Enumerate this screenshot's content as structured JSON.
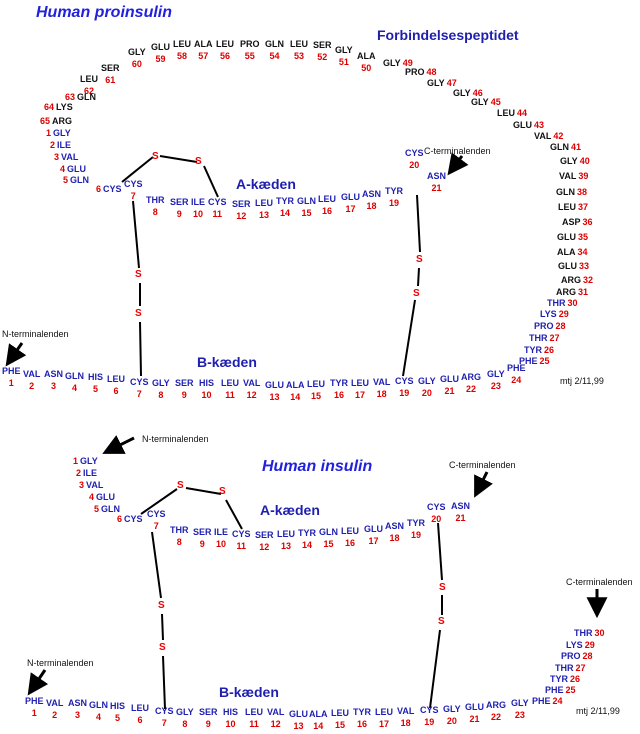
{
  "proinsulin": {
    "title": "Human proinsulin",
    "c_peptide_label": "Forbindelsespeptidet",
    "a_chain_label": "A-kæden",
    "b_chain_label": "B-kæden",
    "c_terminal_label": "C-terminalenden",
    "n_terminal_label": "N-terminalenden",
    "credit": "mtj 2/11,99",
    "ss": "S",
    "a_chain": [
      {
        "aa": "GLY",
        "n": "1"
      },
      {
        "aa": "ILE",
        "n": "2"
      },
      {
        "aa": "VAL",
        "n": "3"
      },
      {
        "aa": "GLU",
        "n": "4"
      },
      {
        "aa": "GLN",
        "n": "5"
      },
      {
        "aa": "CYS",
        "n": "6"
      },
      {
        "aa": "CYS",
        "n": "7"
      },
      {
        "aa": "THR",
        "n": "8"
      },
      {
        "aa": "SER",
        "n": "9"
      },
      {
        "aa": "ILE",
        "n": "10"
      },
      {
        "aa": "CYS",
        "n": "11"
      },
      {
        "aa": "SER",
        "n": "12"
      },
      {
        "aa": "LEU",
        "n": "13"
      },
      {
        "aa": "TYR",
        "n": "14"
      },
      {
        "aa": "GLN",
        "n": "15"
      },
      {
        "aa": "LEU",
        "n": "16"
      },
      {
        "aa": "GLU",
        "n": "17"
      },
      {
        "aa": "ASN",
        "n": "18"
      },
      {
        "aa": "TYR",
        "n": "19"
      },
      {
        "aa": "CYS",
        "n": "20"
      },
      {
        "aa": "ASN",
        "n": "21"
      }
    ],
    "b_chain": [
      {
        "aa": "PHE",
        "n": "1"
      },
      {
        "aa": "VAL",
        "n": "2"
      },
      {
        "aa": "ASN",
        "n": "3"
      },
      {
        "aa": "GLN",
        "n": "4"
      },
      {
        "aa": "HIS",
        "n": "5"
      },
      {
        "aa": "LEU",
        "n": "6"
      },
      {
        "aa": "CYS",
        "n": "7"
      },
      {
        "aa": "GLY",
        "n": "8"
      },
      {
        "aa": "SER",
        "n": "9"
      },
      {
        "aa": "HIS",
        "n": "10"
      },
      {
        "aa": "LEU",
        "n": "11"
      },
      {
        "aa": "VAL",
        "n": "12"
      },
      {
        "aa": "GLU",
        "n": "13"
      },
      {
        "aa": "ALA",
        "n": "14"
      },
      {
        "aa": "LEU",
        "n": "15"
      },
      {
        "aa": "TYR",
        "n": "16"
      },
      {
        "aa": "LEU",
        "n": "17"
      },
      {
        "aa": "VAL",
        "n": "18"
      },
      {
        "aa": "CYS",
        "n": "19"
      },
      {
        "aa": "GLY",
        "n": "20"
      },
      {
        "aa": "GLU",
        "n": "21"
      },
      {
        "aa": "ARG",
        "n": "22"
      },
      {
        "aa": "GLY",
        "n": "23"
      },
      {
        "aa": "PHE",
        "n": "24"
      },
      {
        "aa": "PHE",
        "n": "25"
      },
      {
        "aa": "TYR",
        "n": "26"
      },
      {
        "aa": "THR",
        "n": "27"
      },
      {
        "aa": "PRO",
        "n": "28"
      },
      {
        "aa": "LYS",
        "n": "29"
      },
      {
        "aa": "THR",
        "n": "30"
      }
    ],
    "c_peptide": [
      {
        "aa": "ARG",
        "n": "31"
      },
      {
        "aa": "ARG",
        "n": "32"
      },
      {
        "aa": "GLU",
        "n": "33"
      },
      {
        "aa": "ALA",
        "n": "34"
      },
      {
        "aa": "GLU",
        "n": "35"
      },
      {
        "aa": "ASP",
        "n": "36"
      },
      {
        "aa": "LEU",
        "n": "37"
      },
      {
        "aa": "GLN",
        "n": "38"
      },
      {
        "aa": "VAL",
        "n": "39"
      },
      {
        "aa": "GLY",
        "n": "40"
      },
      {
        "aa": "GLN",
        "n": "41"
      },
      {
        "aa": "VAL",
        "n": "42"
      },
      {
        "aa": "GLU",
        "n": "43"
      },
      {
        "aa": "LEU",
        "n": "44"
      },
      {
        "aa": "GLY",
        "n": "45"
      },
      {
        "aa": "GLY",
        "n": "46"
      },
      {
        "aa": "GLY",
        "n": "47"
      },
      {
        "aa": "PRO",
        "n": "48"
      },
      {
        "aa": "GLY",
        "n": "49"
      },
      {
        "aa": "ALA",
        "n": "50"
      },
      {
        "aa": "GLY",
        "n": "51"
      },
      {
        "aa": "SER",
        "n": "52"
      },
      {
        "aa": "LEU",
        "n": "53"
      },
      {
        "aa": "GLN",
        "n": "54"
      },
      {
        "aa": "PRO",
        "n": "55"
      },
      {
        "aa": "LEU",
        "n": "56"
      },
      {
        "aa": "ALA",
        "n": "57"
      },
      {
        "aa": "LEU",
        "n": "58"
      },
      {
        "aa": "GLU",
        "n": "59"
      },
      {
        "aa": "GLY",
        "n": "60"
      },
      {
        "aa": "SER",
        "n": "61"
      },
      {
        "aa": "LEU",
        "n": "62"
      },
      {
        "aa": "GLN",
        "n": "63"
      },
      {
        "aa": "LYS",
        "n": "64"
      },
      {
        "aa": "ARG",
        "n": "65"
      }
    ]
  },
  "insulin": {
    "title": "Human insulin",
    "a_chain_label": "A-kæden",
    "b_chain_label": "B-kæden",
    "n_terminal_a_label": "N-terminalenden",
    "c_terminal_a_label": "C-terminalenden",
    "c_terminal_b_label": "C-terminalenden",
    "n_terminal_b_label": "N-terminalenden",
    "credit": "mtj 2/11,99",
    "ss": "S",
    "a_chain": [
      {
        "aa": "GLY",
        "n": "1"
      },
      {
        "aa": "ILE",
        "n": "2"
      },
      {
        "aa": "VAL",
        "n": "3"
      },
      {
        "aa": "GLU",
        "n": "4"
      },
      {
        "aa": "GLN",
        "n": "5"
      },
      {
        "aa": "CYS",
        "n": "6"
      },
      {
        "aa": "CYS",
        "n": "7"
      },
      {
        "aa": "THR",
        "n": "8"
      },
      {
        "aa": "SER",
        "n": "9"
      },
      {
        "aa": "ILE",
        "n": "10"
      },
      {
        "aa": "CYS",
        "n": "11"
      },
      {
        "aa": "SER",
        "n": "12"
      },
      {
        "aa": "LEU",
        "n": "13"
      },
      {
        "aa": "TYR",
        "n": "14"
      },
      {
        "aa": "GLN",
        "n": "15"
      },
      {
        "aa": "LEU",
        "n": "16"
      },
      {
        "aa": "GLU",
        "n": "17"
      },
      {
        "aa": "ASN",
        "n": "18"
      },
      {
        "aa": "TYR",
        "n": "19"
      },
      {
        "aa": "CYS",
        "n": "20"
      },
      {
        "aa": "ASN",
        "n": "21"
      }
    ],
    "b_chain": [
      {
        "aa": "PHE",
        "n": "1"
      },
      {
        "aa": "VAL",
        "n": "2"
      },
      {
        "aa": "ASN",
        "n": "3"
      },
      {
        "aa": "GLN",
        "n": "4"
      },
      {
        "aa": "HIS",
        "n": "5"
      },
      {
        "aa": "LEU",
        "n": "6"
      },
      {
        "aa": "CYS",
        "n": "7"
      },
      {
        "aa": "GLY",
        "n": "8"
      },
      {
        "aa": "SER",
        "n": "9"
      },
      {
        "aa": "HIS",
        "n": "10"
      },
      {
        "aa": "LEU",
        "n": "11"
      },
      {
        "aa": "VAL",
        "n": "12"
      },
      {
        "aa": "GLU",
        "n": "13"
      },
      {
        "aa": "ALA",
        "n": "14"
      },
      {
        "aa": "LEU",
        "n": "15"
      },
      {
        "aa": "TYR",
        "n": "16"
      },
      {
        "aa": "LEU",
        "n": "17"
      },
      {
        "aa": "VAL",
        "n": "18"
      },
      {
        "aa": "CYS",
        "n": "19"
      },
      {
        "aa": "GLY",
        "n": "20"
      },
      {
        "aa": "GLU",
        "n": "21"
      },
      {
        "aa": "ARG",
        "n": "22"
      },
      {
        "aa": "GLY",
        "n": "23"
      },
      {
        "aa": "PHE",
        "n": "24"
      },
      {
        "aa": "PHE",
        "n": "25"
      },
      {
        "aa": "TYR",
        "n": "26"
      },
      {
        "aa": "THR",
        "n": "27"
      },
      {
        "aa": "PRO",
        "n": "28"
      },
      {
        "aa": "LYS",
        "n": "29"
      },
      {
        "aa": "THR",
        "n": "30"
      }
    ]
  }
}
